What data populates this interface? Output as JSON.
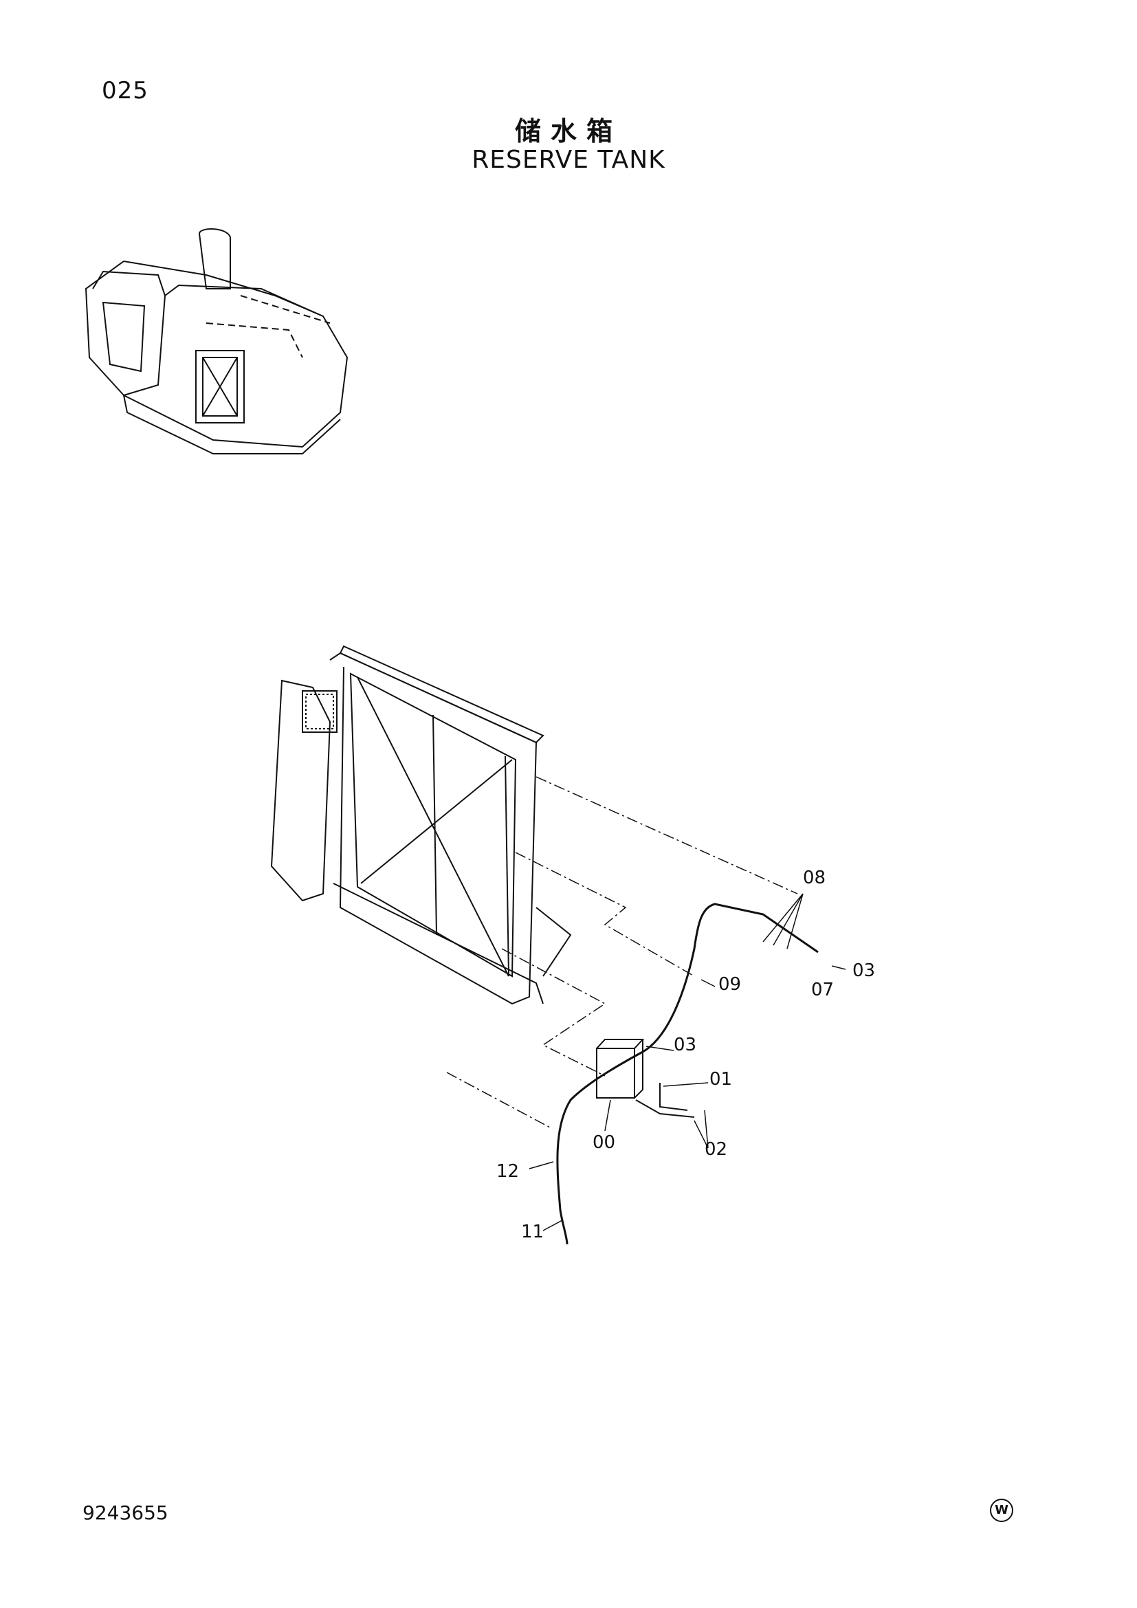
{
  "page_number": "025",
  "title_cn": "储水箱",
  "title_en": "RESERVE TANK",
  "doc_number": "9243655",
  "corner_mark": "W",
  "callouts": {
    "c00": "00",
    "c01": "01",
    "c02": "02",
    "c03a": "03",
    "c03b": "03",
    "c07": "07",
    "c08": "08",
    "c09": "09",
    "c11": "11",
    "c12": "12"
  }
}
